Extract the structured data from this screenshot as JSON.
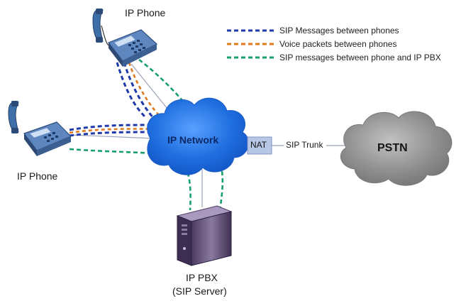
{
  "diagram": {
    "labels": {
      "phone_top": "IP Phone",
      "phone_left": "IP Phone",
      "network": "IP Network",
      "nat": "NAT",
      "sip_trunk": "SIP Trunk",
      "pstn": "PSTN",
      "pbx_line1": "IP PBX",
      "pbx_line2": "(SIP Server)"
    },
    "legend": [
      {
        "label": "SIP Messages between phones",
        "color": "#1f3aa8"
      },
      {
        "label": "Voice packets between phones",
        "color": "#e07a1f"
      },
      {
        "label": "SIP messages between phone and IP PBX",
        "color": "#16a06a"
      }
    ],
    "colors": {
      "network_cloud": "#1f6fe0",
      "pstn_cloud": "#8c8c8c",
      "nat_box": "#b7c7e6",
      "pbx": "#6a5a80",
      "phone": "#3f6fa8"
    },
    "icons": [
      "phone-icon",
      "phone-icon",
      "server-icon",
      "cloud-icon",
      "cloud-icon"
    ]
  }
}
